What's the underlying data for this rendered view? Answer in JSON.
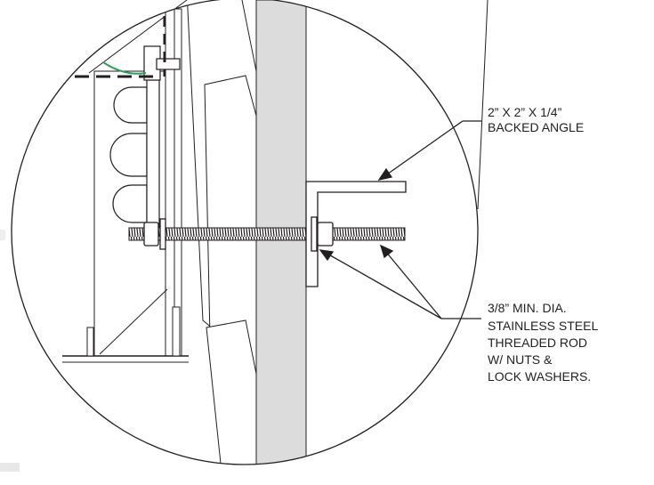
{
  "callouts": {
    "angle": {
      "lines": [
        "2” X 2” X 1/4”",
        "BACKED ANGLE"
      ]
    },
    "rod": {
      "lines": [
        "3/8” MIN. DIA.",
        "STAINLESS STEEL",
        "THREADED ROD",
        "W/ NUTS &",
        "LOCK WASHERS."
      ]
    }
  },
  "colors": {
    "ink": "#231f20",
    "wall": "#dcdcdc",
    "wire": "#2e9e5b"
  }
}
